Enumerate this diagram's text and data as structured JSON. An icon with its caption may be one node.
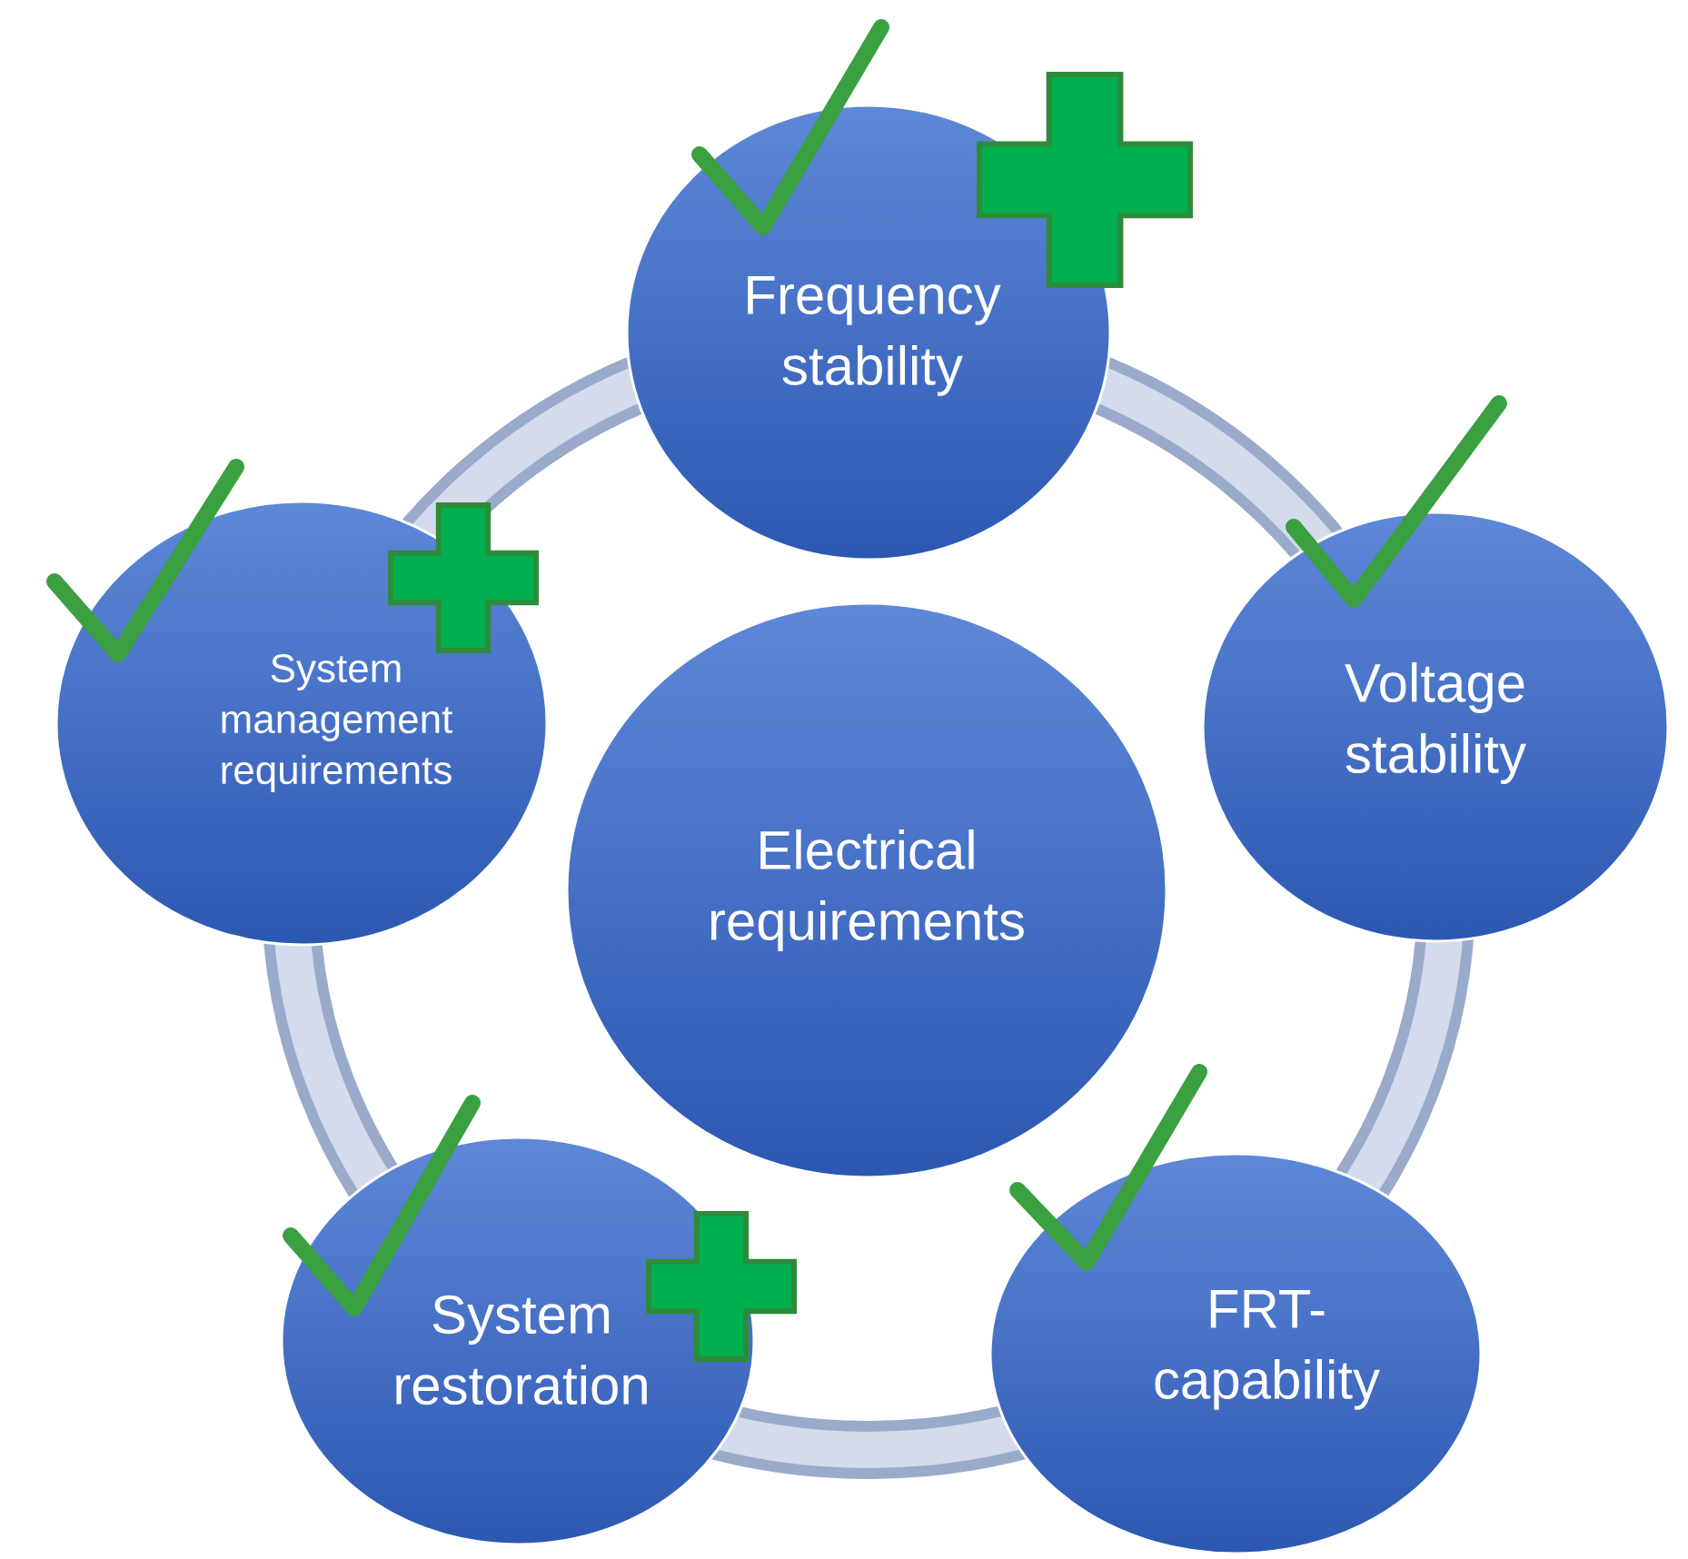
{
  "diagram": {
    "nodes": [
      {
        "text": [
          "Electrical requirements"
        ]
      },
      {
        "text": [
          "Frequency stability"
        ]
      },
      {
        "text": [
          "Voltage stability"
        ]
      },
      {
        "text": [
          "FRT-capability"
        ]
      },
      {
        "text": [
          "System restoration"
        ]
      },
      {
        "text": [
          "System management requirements"
        ]
      }
    ]
  }
}
